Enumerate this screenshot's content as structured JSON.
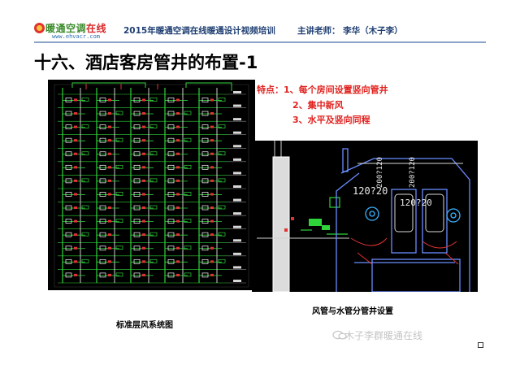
{
  "header": {
    "logo_text_green": "暖通空调",
    "logo_text_red": "在线",
    "logo_url": "www.ehvacr.com",
    "title": "2015年暖通空调在线暖通设计视频培训",
    "teacher": "主讲老师： 李华（木子李）"
  },
  "slide": {
    "title": "十六、酒店客房管井的布置-1"
  },
  "features": {
    "label": "特点：",
    "items": [
      "1、每个房间设置竖向管井",
      "2、集中新风",
      "3、水平及竖向同程"
    ]
  },
  "drawings": {
    "left_caption": "标准层风系统图",
    "right_caption": "风管与水管分管井设置",
    "right_labels": [
      "120?20",
      "120?20",
      "200?120",
      "200?120"
    ]
  },
  "watermark": {
    "text": "木子李群暖通在线"
  },
  "colors": {
    "header_text": "#1f3f73",
    "feature_red": "#e0221f",
    "cad_bg": "#000000",
    "logo_green": "#3a8a2a",
    "logo_red": "#d8282a"
  }
}
